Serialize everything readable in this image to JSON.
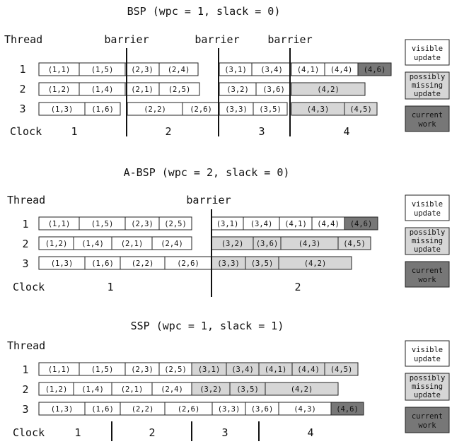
{
  "colors": {
    "visible": "#ffffff",
    "missing": "#d6d6d6",
    "current": "#777777",
    "stroke": "#222222"
  },
  "legend": {
    "visible": [
      "visible",
      "update"
    ],
    "missing": [
      "possibly",
      "missing",
      "update"
    ],
    "current": [
      "current",
      "work"
    ]
  },
  "panels": [
    {
      "id": "bsp",
      "title": "BSP (wpc = 1, slack = 0)",
      "thread_label": "Thread",
      "clock_label": "Clock",
      "barrier_label": "barrier",
      "clocks": [
        "1",
        "2",
        "3",
        "4"
      ],
      "rows": [
        {
          "thread": "1",
          "cells": [
            {
              "text": "(1,1)",
              "state": "visible"
            },
            {
              "text": "(1,5)",
              "state": "visible"
            },
            {
              "text": "(2,3)",
              "state": "visible"
            },
            {
              "text": "(2,4)",
              "state": "visible"
            },
            {
              "text": "(3,1)",
              "state": "visible"
            },
            {
              "text": "(3,4)",
              "state": "visible"
            },
            {
              "text": "(4,1)",
              "state": "visible"
            },
            {
              "text": "(4,4)",
              "state": "visible"
            },
            {
              "text": "(4,6)",
              "state": "current"
            }
          ]
        },
        {
          "thread": "2",
          "cells": [
            {
              "text": "(1,2)",
              "state": "visible"
            },
            {
              "text": "(1,4)",
              "state": "visible"
            },
            {
              "text": "(2,1)",
              "state": "visible"
            },
            {
              "text": "(2,5)",
              "state": "visible"
            },
            {
              "text": "(3,2)",
              "state": "visible"
            },
            {
              "text": "(3,6)",
              "state": "visible"
            },
            {
              "text": "(4,2)",
              "state": "missing"
            }
          ]
        },
        {
          "thread": "3",
          "cells": [
            {
              "text": "(1,3)",
              "state": "visible"
            },
            {
              "text": "(1,6)",
              "state": "visible"
            },
            {
              "text": "(2,2)",
              "state": "visible"
            },
            {
              "text": "(2,6)",
              "state": "visible"
            },
            {
              "text": "(3,3)",
              "state": "visible"
            },
            {
              "text": "(3,5)",
              "state": "visible"
            },
            {
              "text": "(4,3)",
              "state": "missing"
            },
            {
              "text": "(4,5)",
              "state": "missing"
            }
          ]
        }
      ]
    },
    {
      "id": "absp",
      "title": "A-BSP (wpc = 2, slack = 0)",
      "thread_label": "Thread",
      "clock_label": "Clock",
      "barrier_label": "barrier",
      "clocks": [
        "1",
        "2"
      ],
      "rows": [
        {
          "thread": "1",
          "cells": [
            {
              "text": "(1,1)",
              "state": "visible"
            },
            {
              "text": "(1,5)",
              "state": "visible"
            },
            {
              "text": "(2,3)",
              "state": "visible"
            },
            {
              "text": "(2,5)",
              "state": "visible"
            },
            {
              "text": "(3,1)",
              "state": "visible"
            },
            {
              "text": "(3,4)",
              "state": "visible"
            },
            {
              "text": "(4,1)",
              "state": "visible"
            },
            {
              "text": "(4,4)",
              "state": "visible"
            },
            {
              "text": "(4,6)",
              "state": "current"
            }
          ]
        },
        {
          "thread": "2",
          "cells": [
            {
              "text": "(1,2)",
              "state": "visible"
            },
            {
              "text": "(1,4)",
              "state": "visible"
            },
            {
              "text": "(2,1)",
              "state": "visible"
            },
            {
              "text": "(2,4)",
              "state": "visible"
            },
            {
              "text": "(3,2)",
              "state": "missing"
            },
            {
              "text": "(3,6)",
              "state": "missing"
            },
            {
              "text": "(4,3)",
              "state": "missing"
            },
            {
              "text": "(4,5)",
              "state": "missing"
            }
          ]
        },
        {
          "thread": "3",
          "cells": [
            {
              "text": "(1,3)",
              "state": "visible"
            },
            {
              "text": "(1,6)",
              "state": "visible"
            },
            {
              "text": "(2,2)",
              "state": "visible"
            },
            {
              "text": "(2,6)",
              "state": "visible"
            },
            {
              "text": "(3,3)",
              "state": "missing"
            },
            {
              "text": "(3,5)",
              "state": "missing"
            },
            {
              "text": "(4,2)",
              "state": "missing"
            }
          ]
        }
      ]
    },
    {
      "id": "ssp",
      "title": "SSP (wpc = 1, slack = 1)",
      "thread_label": "Thread",
      "clock_label": "Clock",
      "clocks": [
        "1",
        "2",
        "3",
        "4"
      ],
      "rows": [
        {
          "thread": "1",
          "cells": [
            {
              "text": "(1,1)",
              "state": "visible"
            },
            {
              "text": "(1,5)",
              "state": "visible"
            },
            {
              "text": "(2,3)",
              "state": "visible"
            },
            {
              "text": "(2,5)",
              "state": "visible"
            },
            {
              "text": "(3,1)",
              "state": "missing"
            },
            {
              "text": "(3,4)",
              "state": "missing"
            },
            {
              "text": "(4,1)",
              "state": "missing"
            },
            {
              "text": "(4,4)",
              "state": "missing"
            },
            {
              "text": "(4,5)",
              "state": "missing"
            }
          ]
        },
        {
          "thread": "2",
          "cells": [
            {
              "text": "(1,2)",
              "state": "visible"
            },
            {
              "text": "(1,4)",
              "state": "visible"
            },
            {
              "text": "(2,1)",
              "state": "visible"
            },
            {
              "text": "(2,4)",
              "state": "visible"
            },
            {
              "text": "(3,2)",
              "state": "missing"
            },
            {
              "text": "(3,5)",
              "state": "missing"
            },
            {
              "text": "(4,2)",
              "state": "missing"
            }
          ]
        },
        {
          "thread": "3",
          "cells": [
            {
              "text": "(1,3)",
              "state": "visible"
            },
            {
              "text": "(1,6)",
              "state": "visible"
            },
            {
              "text": "(2,2)",
              "state": "visible"
            },
            {
              "text": "(2,6)",
              "state": "visible"
            },
            {
              "text": "(3,3)",
              "state": "visible"
            },
            {
              "text": "(3,6)",
              "state": "visible"
            },
            {
              "text": "(4,3)",
              "state": "visible"
            },
            {
              "text": "(4,6)",
              "state": "current"
            }
          ]
        }
      ]
    }
  ]
}
